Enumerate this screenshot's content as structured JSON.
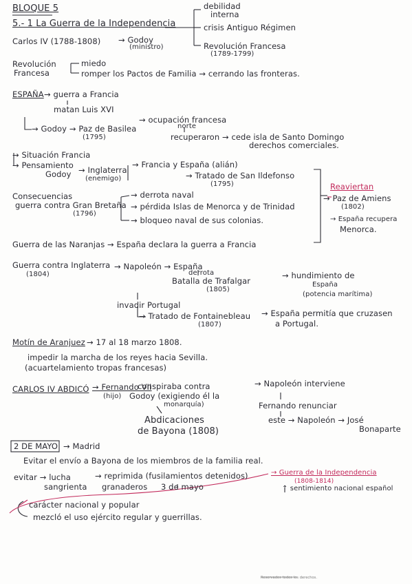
{
  "title": "BLOQUE 5",
  "s1": {
    "heading": "5.- 1 La Guerra de la Independencia",
    "carlos": "Carlos IV (1788-1808)",
    "godoy": "→ Godoy",
    "ministro": "(ministro)",
    "debilidad": "debilidad",
    "interna": "interna",
    "crisis": "crisis Antiguo Régimen",
    "revfr": "Revolución Francesa",
    "revfr_years": "(1789-1799)"
  },
  "rev": {
    "label1": "Revolución",
    "label2": "Francesa",
    "miedo": "miedo",
    "romper": "romper los Pactos de Familia → cerrando las fronteras."
  },
  "espana": {
    "label": "ESPAÑA",
    "guerra": "→ guerra a Francia",
    "matan": "matan Luis XVI",
    "godoy_paz": "→ Godoy → Paz de Basilea",
    "year1795": "(1795)",
    "ocupacion": "→ ocupación francesa",
    "norte": "norte",
    "recuperaron": "recuperaron → cede isla de Santo Domingo",
    "derechos": "derechos comerciales."
  },
  "alianza": {
    "situacion": "→ Situación Francia",
    "pensamiento": "→ Pensamiento",
    "godoy": "Godoy",
    "inglaterra": "→ Inglaterra",
    "enemigo": "(enemigo)",
    "francia": "→ Francia y España (alián)",
    "tratado": "→ Tratado de San Ildefonso",
    "tratado_year": "(1795)",
    "reaviertan": "Reaviertan",
    "paz_amiens": "→ Paz de Amiens",
    "paz_year": "(1802)",
    "espana_recupera": "→ España recupera",
    "menorca": "Menorca."
  },
  "consec": {
    "label": "Consecuencias",
    "guerra": "guerra contra Gran Bretaña",
    "year": "(1796)",
    "derrota": "→ derrota naval",
    "perdidas": "→ pérdida Islas de Menorca y de Trinidad",
    "bloqueo": "→ bloqueo naval de sus colonias."
  },
  "naranjas": "Guerra de las Naranjas → España declara la guerra a Francia",
  "inglaterra": {
    "label": "Guerra contra Inglaterra",
    "year": "(1804)",
    "napoleon": "→ Napoleón → España",
    "derrota": "derrota",
    "trafalgar": "Batalla de Trafalgar",
    "traf_year": "(1805)",
    "hundimiento": "→ hundimiento de",
    "espana": "España",
    "potencia": "(potencia marítima)",
    "invadir": "invadir Portugal",
    "fontainebleau": "→ Tratado de Fontainebleau",
    "font_year": "(1807)",
    "permitia": "→ España permitía que cruzasen",
    "portugal": "a Portugal."
  },
  "motin": {
    "label": "Motín de Aranjuez",
    "dates": "→ 17 al 18 marzo 1808.",
    "impedir": "impedir la marcha de los reyes hacia Sevilla.",
    "acamanose": "(acuartelamiento tropas francesas)"
  },
  "carlos_abdico": {
    "label": "CARLOS IV ABDICÓ",
    "fernando": "→ Fernando VII",
    "hijo": "(hijo)",
    "conspiro": "conspiraba contra",
    "godoy": "Godoy (exigiendo él la",
    "monarquia": "monarquía)",
    "napoleon": "→ Napoleón interviene",
    "fernando_renuncia": "Fernando renunciar",
    "este": "este → Napoleón → José",
    "bonaparte": "Bonaparte",
    "abdicaciones": "Abdicaciones",
    "bayona": "de Bayona (1808)"
  },
  "dos_mayo": {
    "label": "2 DE MAYO",
    "madrid": "→ Madrid",
    "line1": "Evitar el envío a Bayona de los miembros de la familia real.",
    "evitar": "evitar → lucha",
    "sangrienta": "sangrienta",
    "reprimida": "→ reprimida (fusilamientos detenidos)",
    "granaderos": "granaderos",
    "tres_mayo": "3 de mayo",
    "guerra_indep": "→ Guerra de la Independencia",
    "guerra_years": "(1808-1814)",
    "sentimiento": "↑ sentimiento nacional español",
    "caracter": "carácter nacional y popular",
    "mezclo": "mezcló el uso ejército regular y guerrillas."
  },
  "footer": "Reservados todos los derechos."
}
